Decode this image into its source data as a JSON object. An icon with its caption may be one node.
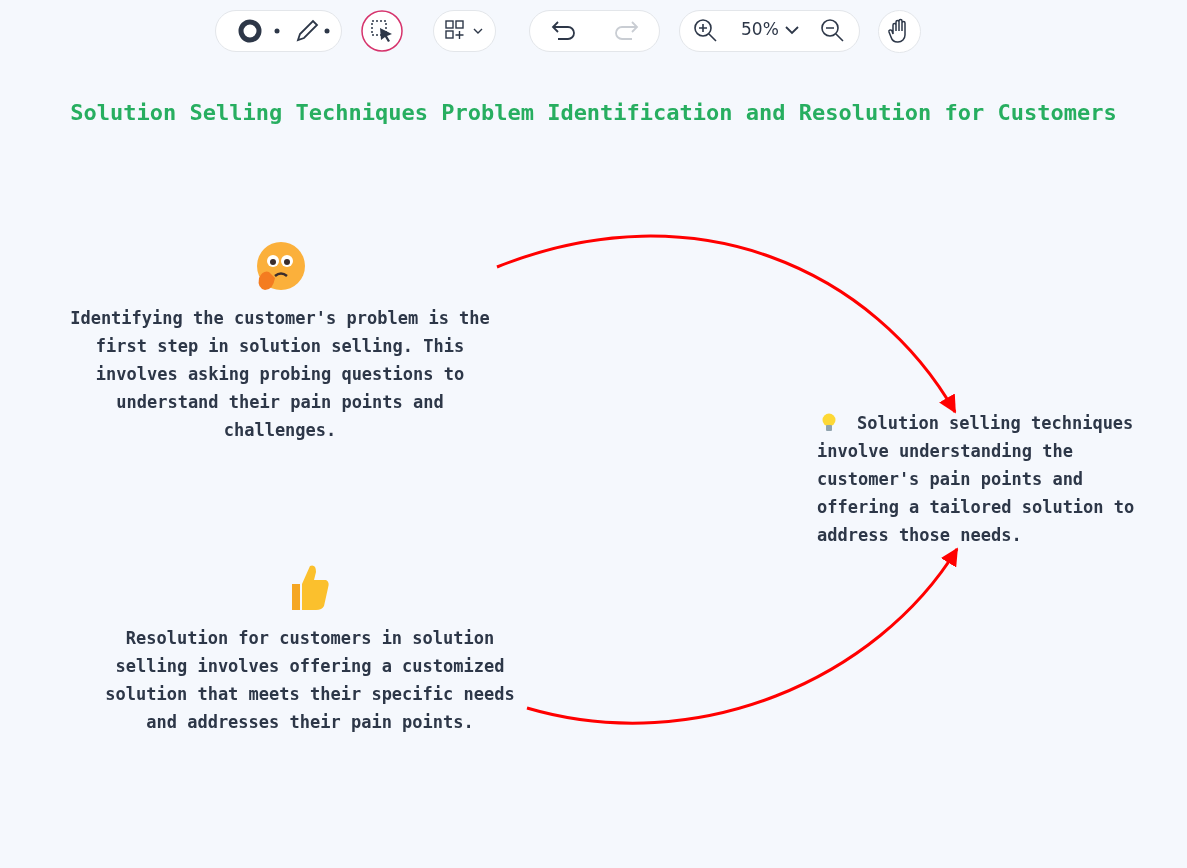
{
  "diagram": {
    "title": "Solution Selling Techniques Problem Identification and Resolution for Customers",
    "nodes": [
      {
        "text": [
          "Identifying the customer's problem is the first step in solution selling. This involves asking probing questions to understand their pain points and challenges."
        ]
      },
      {
        "text": [
          "Resolution for customers in solution selling involves offering a customized solution that meets their specific needs and addresses their pain points."
        ]
      },
      {
        "text": [
          "Solution selling techniques involve understanding the customer's pain points and offering a tailored solution to address those needs."
        ]
      }
    ],
    "edges": [
      {
        "from": 0,
        "to": 2,
        "arrow": "to"
      },
      {
        "from": 1,
        "to": 2,
        "arrow": "to"
      }
    ],
    "labels": [
      "50%"
    ]
  }
}
